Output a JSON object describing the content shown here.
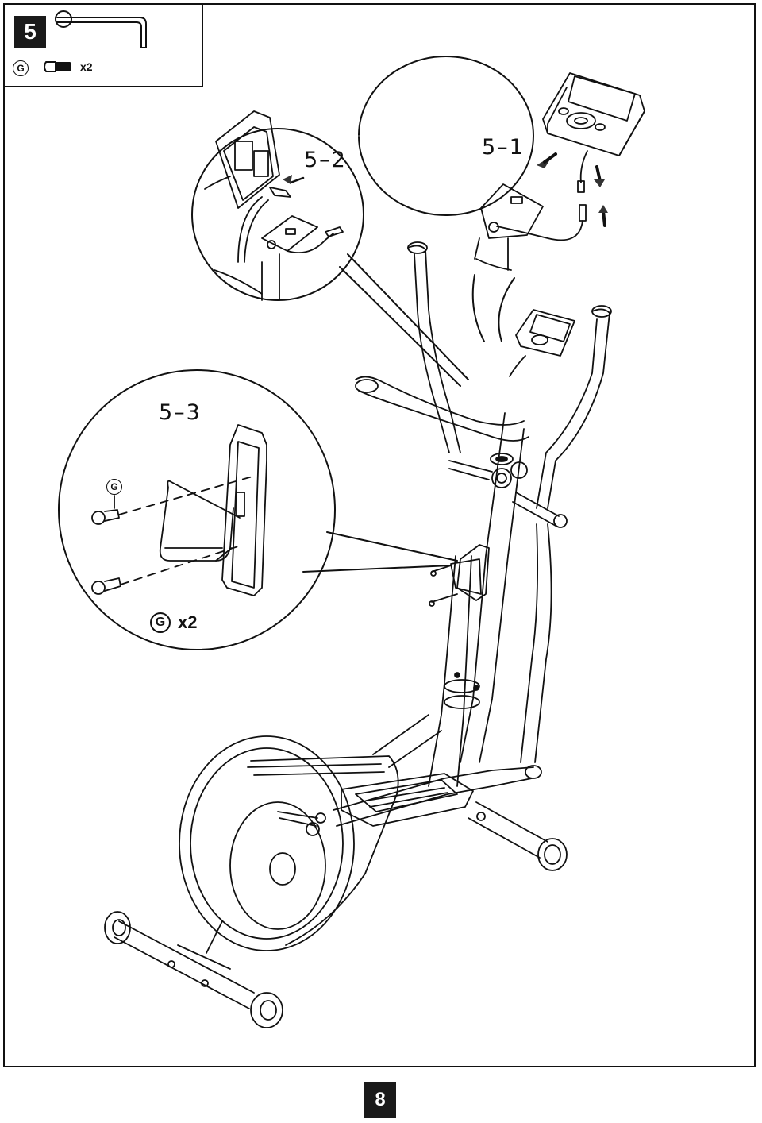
{
  "step": {
    "number": "5"
  },
  "parts": {
    "letter": "G",
    "quantity": "x2",
    "tool_icon": "hex-key-icon",
    "bolt_icon": "bolt-icon"
  },
  "callouts": {
    "sub_step_1": "5–1",
    "sub_step_2": "5–2",
    "sub_step_3": "5–3",
    "detail_part_letter": "G",
    "detail_quantity": "x2"
  },
  "footer": {
    "page_number": "8"
  }
}
